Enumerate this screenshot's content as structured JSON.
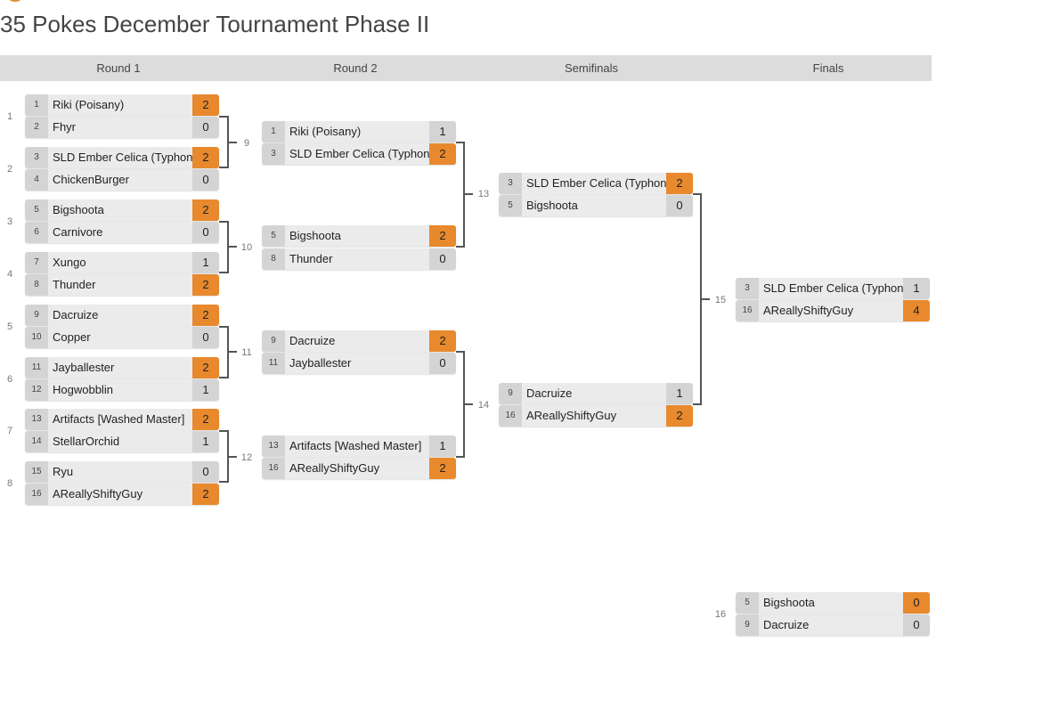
{
  "title": "35 Pokes December Tournament Phase II",
  "rounds": [
    "Round 1",
    "Round 2",
    "Semifinals",
    "Finals"
  ],
  "matches": [
    {
      "id": "1",
      "top": {
        "seed": "1",
        "name": "Riki (Poisany)",
        "score": "2",
        "win": true
      },
      "bottom": {
        "seed": "2",
        "name": "Fhyr",
        "score": "0",
        "win": false
      }
    },
    {
      "id": "2",
      "top": {
        "seed": "3",
        "name": "SLD Ember Celica (Typhon)",
        "score": "2",
        "win": true
      },
      "bottom": {
        "seed": "4",
        "name": "ChickenBurger",
        "score": "0",
        "win": false
      }
    },
    {
      "id": "3",
      "top": {
        "seed": "5",
        "name": "Bigshoota",
        "score": "2",
        "win": true
      },
      "bottom": {
        "seed": "6",
        "name": "Carnivore",
        "score": "0",
        "win": false
      }
    },
    {
      "id": "4",
      "top": {
        "seed": "7",
        "name": "Xungo",
        "score": "1",
        "win": false
      },
      "bottom": {
        "seed": "8",
        "name": "Thunder",
        "score": "2",
        "win": true
      }
    },
    {
      "id": "5",
      "top": {
        "seed": "9",
        "name": "Dacruize",
        "score": "2",
        "win": true
      },
      "bottom": {
        "seed": "10",
        "name": "Copper",
        "score": "0",
        "win": false
      }
    },
    {
      "id": "6",
      "top": {
        "seed": "11",
        "name": "Jayballester",
        "score": "2",
        "win": true
      },
      "bottom": {
        "seed": "12",
        "name": "Hogwobblin",
        "score": "1",
        "win": false
      }
    },
    {
      "id": "7",
      "top": {
        "seed": "13",
        "name": "Artifacts [Washed Master]",
        "score": "2",
        "win": true
      },
      "bottom": {
        "seed": "14",
        "name": "StellarOrchid",
        "score": "1",
        "win": false
      }
    },
    {
      "id": "8",
      "top": {
        "seed": "15",
        "name": "Ryu",
        "score": "0",
        "win": false
      },
      "bottom": {
        "seed": "16",
        "name": "AReallyShiftyGuy",
        "score": "2",
        "win": true
      }
    },
    {
      "id": "9",
      "top": {
        "seed": "1",
        "name": "Riki (Poisany)",
        "score": "1",
        "win": false
      },
      "bottom": {
        "seed": "3",
        "name": "SLD Ember Celica (Typhon)",
        "score": "2",
        "win": true
      }
    },
    {
      "id": "10",
      "top": {
        "seed": "5",
        "name": "Bigshoota",
        "score": "2",
        "win": true
      },
      "bottom": {
        "seed": "8",
        "name": "Thunder",
        "score": "0",
        "win": false
      }
    },
    {
      "id": "11",
      "top": {
        "seed": "9",
        "name": "Dacruize",
        "score": "2",
        "win": true
      },
      "bottom": {
        "seed": "11",
        "name": "Jayballester",
        "score": "0",
        "win": false
      }
    },
    {
      "id": "12",
      "top": {
        "seed": "13",
        "name": "Artifacts [Washed Master]",
        "score": "1",
        "win": false
      },
      "bottom": {
        "seed": "16",
        "name": "AReallyShiftyGuy",
        "score": "2",
        "win": true
      }
    },
    {
      "id": "13",
      "top": {
        "seed": "3",
        "name": "SLD Ember Celica (Typhon)",
        "score": "2",
        "win": true
      },
      "bottom": {
        "seed": "5",
        "name": "Bigshoota",
        "score": "0",
        "win": false
      }
    },
    {
      "id": "14",
      "top": {
        "seed": "9",
        "name": "Dacruize",
        "score": "1",
        "win": false
      },
      "bottom": {
        "seed": "16",
        "name": "AReallyShiftyGuy",
        "score": "2",
        "win": true
      }
    },
    {
      "id": "15",
      "top": {
        "seed": "3",
        "name": "SLD Ember Celica (Typhon)",
        "score": "1",
        "win": false
      },
      "bottom": {
        "seed": "16",
        "name": "AReallyShiftyGuy",
        "score": "4",
        "win": true
      }
    },
    {
      "id": "16",
      "top": {
        "seed": "5",
        "name": "Bigshoota",
        "score": "0",
        "win": true
      },
      "bottom": {
        "seed": "9",
        "name": "Dacruize",
        "score": "0",
        "win": false
      }
    }
  ],
  "colors": {
    "accent": "#e8892d",
    "seed_bg": "#d4d4d4",
    "name_bg": "#ebebeb",
    "header_bg": "#dcdcdc"
  },
  "icons": {
    "logo": "logo-icon"
  }
}
